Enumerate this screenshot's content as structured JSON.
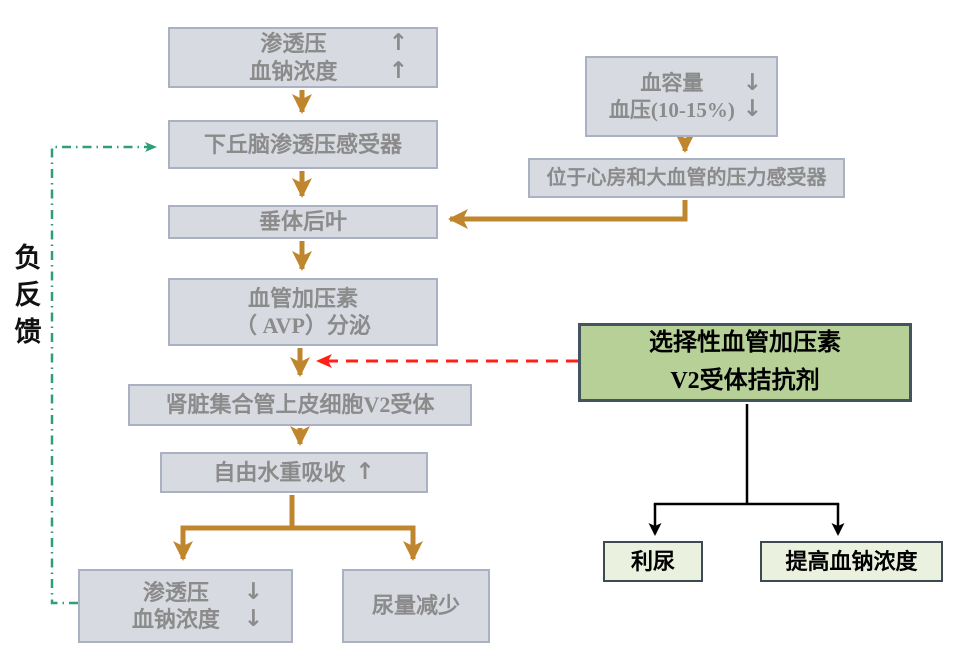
{
  "diagram": {
    "title_none": "",
    "colors": {
      "node_fill": "#d7dae1",
      "node_border": "#a9b1c2",
      "node_text": "#8b8b8b",
      "flow_arrow": "#c0862d",
      "feedback_line": "#2f9e79",
      "inhibit_arrow": "#ff1f14",
      "branch_line": "#000000",
      "drug_fill": "#b6d098",
      "drug_border": "#44545e",
      "effect_fill": "#eaf1de",
      "effect_border": "#3d4a52"
    },
    "nodes": {
      "osmo_up": {
        "line1": "渗透压",
        "line2": "血钠浓度",
        "arrow1": "↑",
        "arrow2": "↑"
      },
      "hypothalamus": {
        "label": "下丘脑渗透压感受器"
      },
      "pituitary": {
        "label": "垂体后叶"
      },
      "avp": {
        "line1": "血管加压素",
        "line2": "（ AVP）分泌"
      },
      "v2_receptor": {
        "label": "肾脏集合管上皮细胞V2受体"
      },
      "free_water": {
        "label": "自由水重吸收",
        "arrow": "↑"
      },
      "osmo_down": {
        "line1": "渗透压",
        "line2": "血钠浓度",
        "arrow1": "↓",
        "arrow2": "↓"
      },
      "urine": {
        "label": "尿量减少"
      },
      "blood_volume": {
        "line1": "血容量",
        "line2": "血压(10-15%)",
        "arrow1": "↓",
        "arrow2": "↓"
      },
      "baroreceptor": {
        "label": "位于心房和大血管的压力感受器"
      },
      "drug": {
        "line1": "选择性血管加压素",
        "line2": "V2受体拮抗剂"
      },
      "diuresis": {
        "label": "利尿"
      },
      "raise_na": {
        "label": "提高血钠浓度"
      }
    },
    "negative_feedback": {
      "char1": "负",
      "char2": "反",
      "char3": "馈"
    }
  }
}
